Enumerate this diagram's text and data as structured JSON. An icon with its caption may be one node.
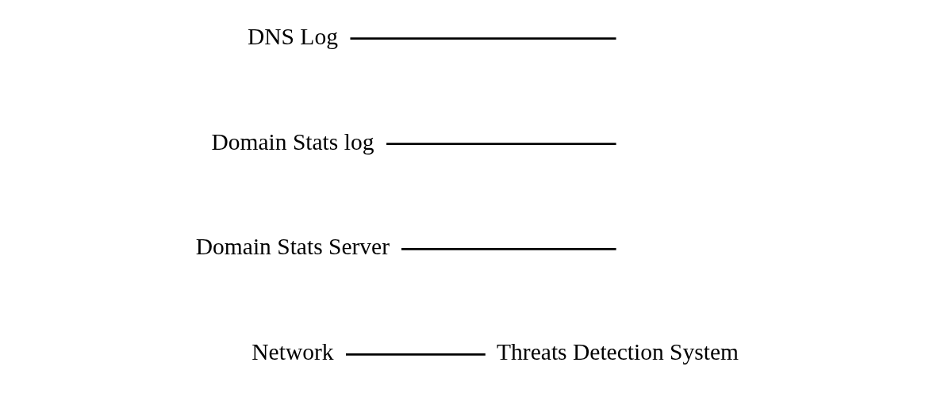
{
  "diagram": {
    "nodes": [
      {
        "text": [
          "Network"
        ]
      },
      {
        "text": [
          "Domain Stats Server"
        ]
      },
      {
        "text": [
          "Domain Stats log"
        ]
      },
      {
        "text": [
          "Threats Detection System"
        ]
      },
      {
        "text": [
          "DNS Log"
        ]
      }
    ],
    "edges": [
      {
        "from": 0,
        "to": 3,
        "arrow": "none"
      },
      {
        "from": 1,
        "to": null,
        "arrow": "none"
      },
      {
        "from": 2,
        "to": null,
        "arrow": "none"
      },
      {
        "from": 4,
        "to": null,
        "arrow": "none"
      }
    ]
  }
}
